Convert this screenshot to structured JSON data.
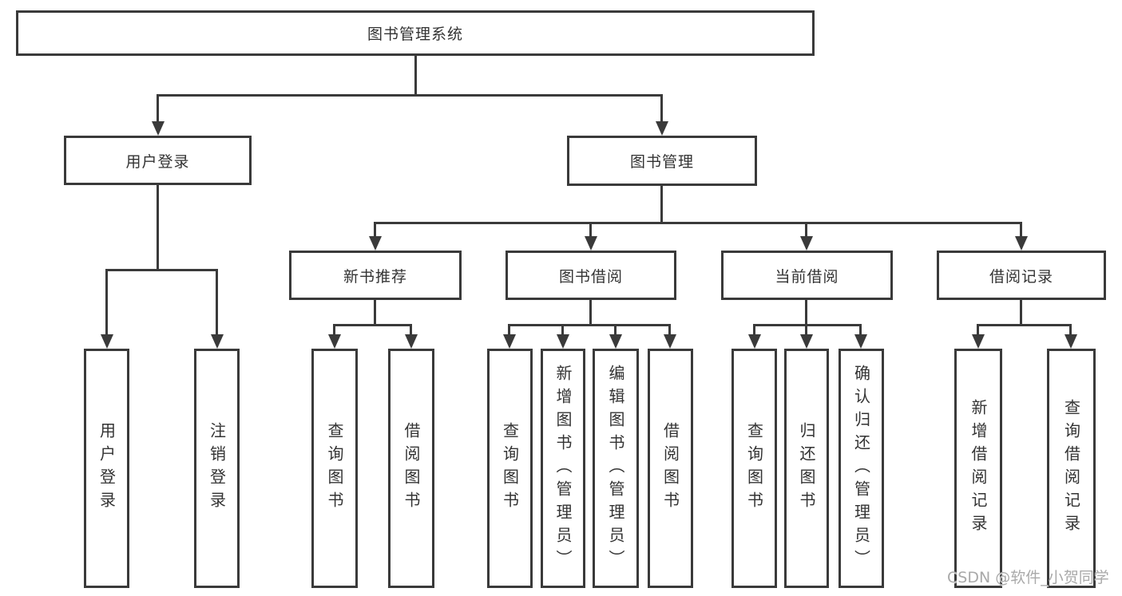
{
  "diagram_title": "图书管理系统",
  "tree": {
    "label": "图书管理系统",
    "children": [
      {
        "label": "用户登录",
        "children": [
          {
            "label": "用户登录"
          },
          {
            "label": "注销登录"
          }
        ]
      },
      {
        "label": "图书管理",
        "children": [
          {
            "label": "新书推荐",
            "children": [
              {
                "label": "查询图书"
              },
              {
                "label": "借阅图书"
              }
            ]
          },
          {
            "label": "图书借阅",
            "children": [
              {
                "label": "查询图书"
              },
              {
                "label": "新增图书（管理员）"
              },
              {
                "label": "编辑图书（管理员）"
              },
              {
                "label": "借阅图书"
              }
            ]
          },
          {
            "label": "当前借阅",
            "children": [
              {
                "label": "查询图书"
              },
              {
                "label": "归还图书"
              },
              {
                "label": "确认归还（管理员）"
              }
            ]
          },
          {
            "label": "借阅记录",
            "children": [
              {
                "label": "新增借阅记录"
              },
              {
                "label": "查询借阅记录"
              }
            ]
          }
        ]
      }
    ]
  },
  "watermark": {
    "text": "CSDN @软件_小贺同学"
  },
  "colors": {
    "line": "#3a3a3a",
    "text": "#333333",
    "watermark": "#a9a9a9",
    "background": "#ffffff"
  }
}
